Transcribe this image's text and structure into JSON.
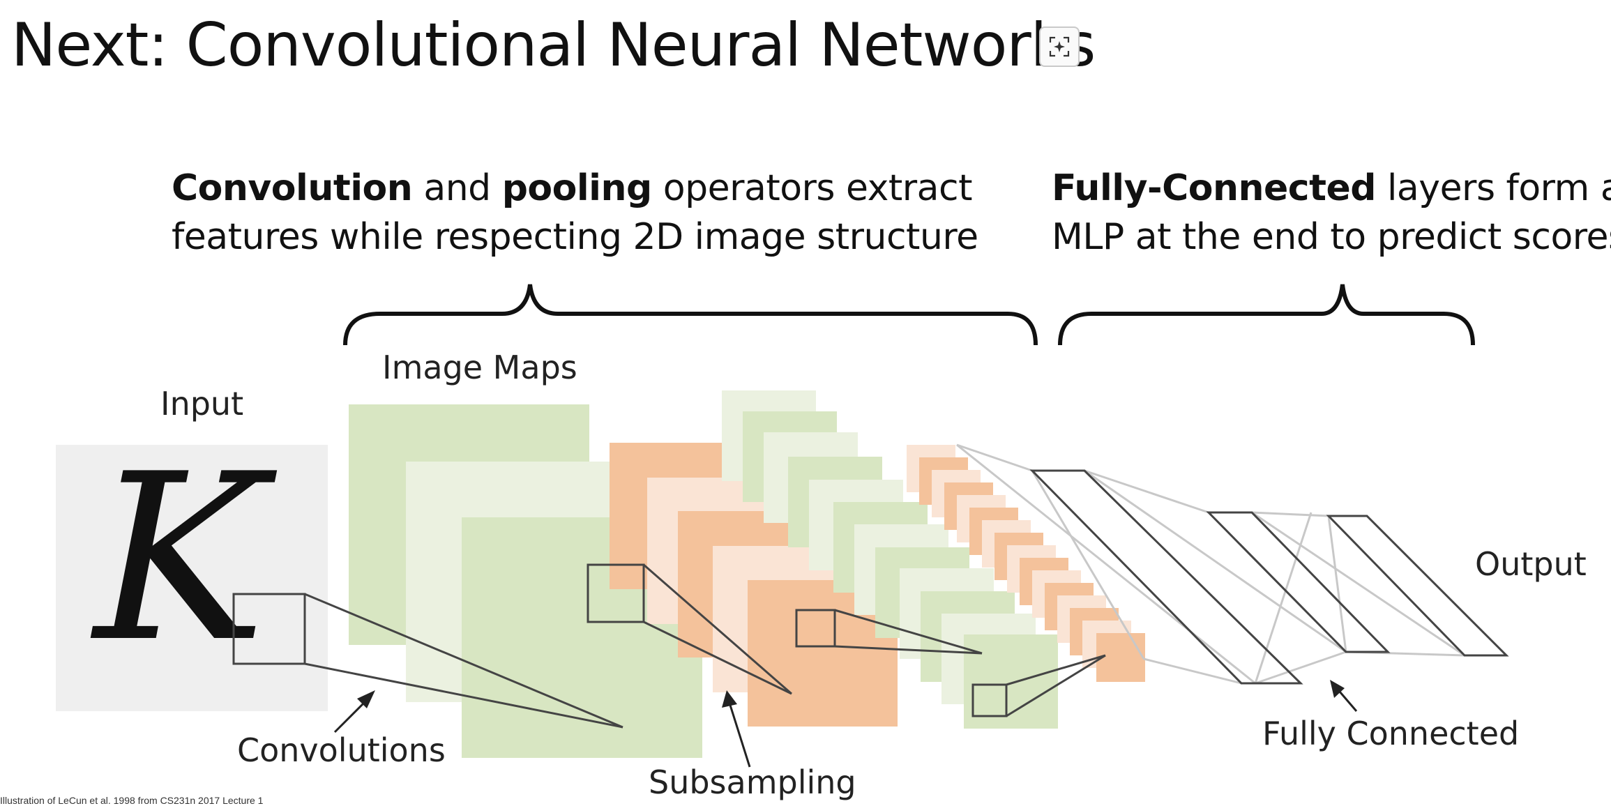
{
  "slide": {
    "title": "Next: Convolutional Neural Networks",
    "ai_button_icon": "sparkle-scan-icon"
  },
  "captions": {
    "left": {
      "bold1": "Convolution",
      "text1": " and ",
      "bold2": "pooling",
      "text2": " operators extract",
      "line2": "features while respecting 2D image structure"
    },
    "right": {
      "bold1": "Fully-Connected",
      "text1": " layers form an",
      "line2": "MLP at the end to predict scores"
    }
  },
  "diagram": {
    "labels": {
      "input": "Input",
      "image_maps": "Image Maps",
      "input_letter": "K",
      "convolutions": "Convolutions",
      "subsampling": "Subsampling",
      "fully_connected": "Fully Connected",
      "output": "Output"
    },
    "colors": {
      "green": "#d8e6c2",
      "green_light": "#ebf1e0",
      "orange": "#f4c29b",
      "orange_light": "#fae4d5",
      "input_bg": "#efefef"
    }
  },
  "credit": "Illustration of LeCun et al. 1998 from CS231n 2017 Lecture 1"
}
